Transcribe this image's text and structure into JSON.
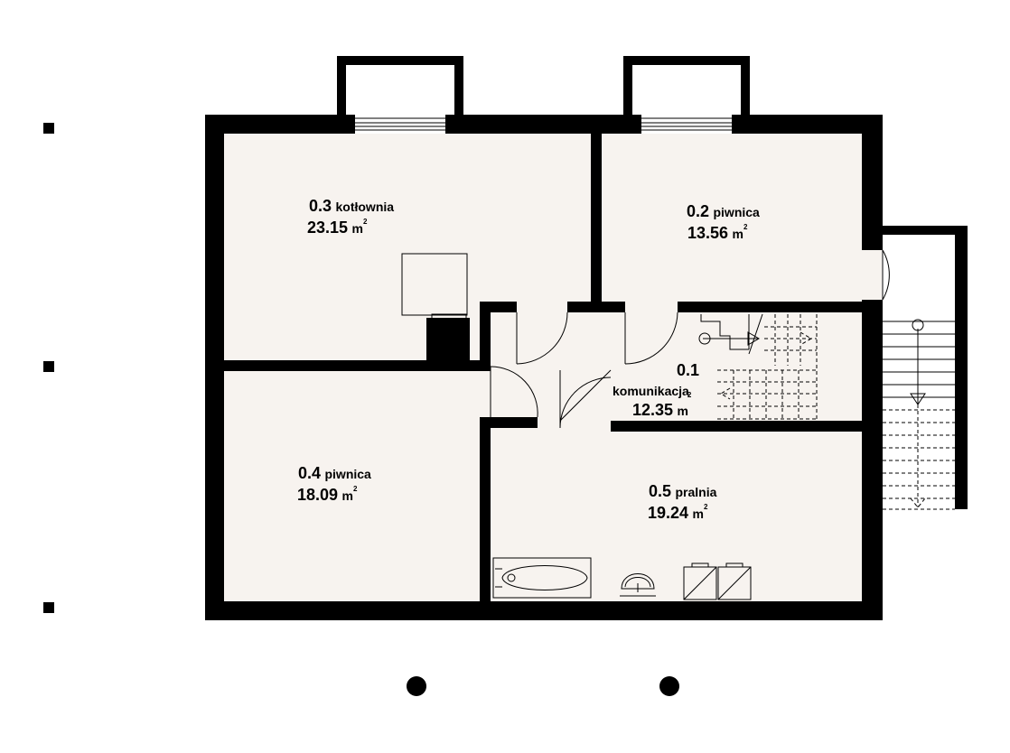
{
  "rooms": {
    "r03": {
      "number": "0.3",
      "name": "kotłownia",
      "area": "23.15",
      "unit": "m",
      "sup": "2"
    },
    "r02": {
      "number": "0.2",
      "name": "piwnica",
      "area": "13.56",
      "unit": "m",
      "sup": "2"
    },
    "r01": {
      "number": "0.1",
      "name": "komunikacja",
      "area": "12.35",
      "unit": "m",
      "sup": "2"
    },
    "r04": {
      "number": "0.4",
      "name": "piwnica",
      "area": "18.09",
      "unit": "m",
      "sup": "2"
    },
    "r05": {
      "number": "0.5",
      "name": "pralnia",
      "area": "19.24",
      "unit": "m",
      "sup": "2"
    }
  },
  "colors": {
    "wall": "#000000",
    "floor": "#f7f3ef",
    "background": "#ffffff"
  }
}
